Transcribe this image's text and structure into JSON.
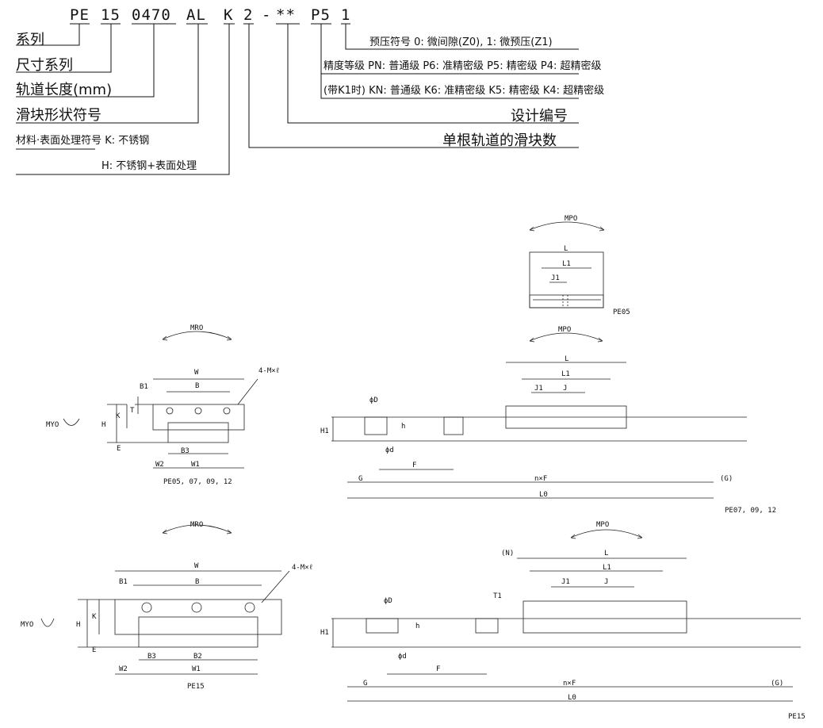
{
  "code": {
    "parts": [
      "PE",
      "15",
      "0470",
      "AL",
      "K",
      "2",
      "-",
      "**",
      "P5",
      "1"
    ]
  },
  "left_labels": {
    "series": "系列",
    "size": "尺寸系列",
    "rail_length": "轨道长度(mm)",
    "block_shape": "滑块形状符号",
    "material_k": "材料·表面处理符号 K: 不锈钢",
    "material_h": "H: 不锈钢+表面处理"
  },
  "right_labels": {
    "preload": "预压符号  0: 微间隙(Z0), 1: 微预压(Z1)",
    "accuracy": "精度等级  PN: 普通级  P6: 准精密级  P5: 精密级  P4: 超精密级",
    "accuracy_k1": "(带K1时) KN: 普通级  K6: 准精密级  K5: 精密级  K4: 超精密级",
    "design_no": "设计编号",
    "blocks_per_rail": "单根轨道的滑块数"
  },
  "diagram_labels": {
    "mpo": "MPO",
    "mro": "MRO",
    "myo": "MYO",
    "L": "L",
    "L1": "L1",
    "J1": "J1",
    "J": "J",
    "W": "W",
    "B": "B",
    "B1": "B1",
    "B2": "B2",
    "B3": "B3",
    "W1": "W1",
    "W2": "W2",
    "T": "T",
    "T1": "T1",
    "K": "K",
    "H": "H",
    "H1": "H1",
    "E": "E",
    "phiD": "ϕD",
    "phid": "ϕd",
    "h": "h",
    "F": "F",
    "G": "G",
    "nF": "n×F",
    "Gp": "(G)",
    "N": "(N)",
    "L0": "L0",
    "hole": "4-M×ℓ"
  },
  "captions": {
    "pe05": "PE05",
    "pe05_12": "PE05, 07, 09, 12",
    "pe07_12": "PE07, 09, 12",
    "pe15": "PE15",
    "pe15_side": "PE15"
  }
}
